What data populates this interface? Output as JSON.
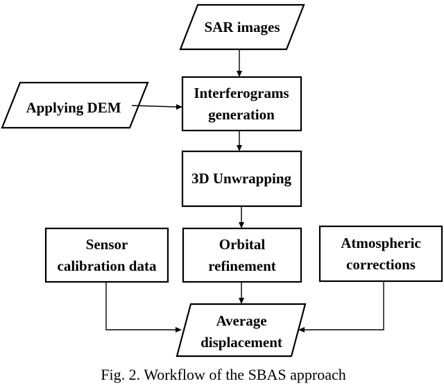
{
  "nodes": {
    "sar_images": {
      "label": "SAR images"
    },
    "applying_dem": {
      "label": "Applying DEM"
    },
    "interferograms_generation": {
      "line1": "Interferograms",
      "line2": "generation"
    },
    "unwrapping_3d": {
      "label": "3D Unwrapping"
    },
    "sensor_calibration": {
      "line1": "Sensor",
      "line2": "calibration data"
    },
    "orbital_refinement": {
      "line1": "Orbital",
      "line2": "refinement"
    },
    "atmospheric_corrections": {
      "line1": "Atmospheric",
      "line2": "corrections"
    },
    "average_displacement": {
      "line1": "Average",
      "line2": "displacement"
    }
  },
  "caption": "Fig. 2. Workflow of the SBAS approach",
  "colors": {
    "stroke": "#000000",
    "fill": "#ffffff",
    "text": "#000000"
  }
}
